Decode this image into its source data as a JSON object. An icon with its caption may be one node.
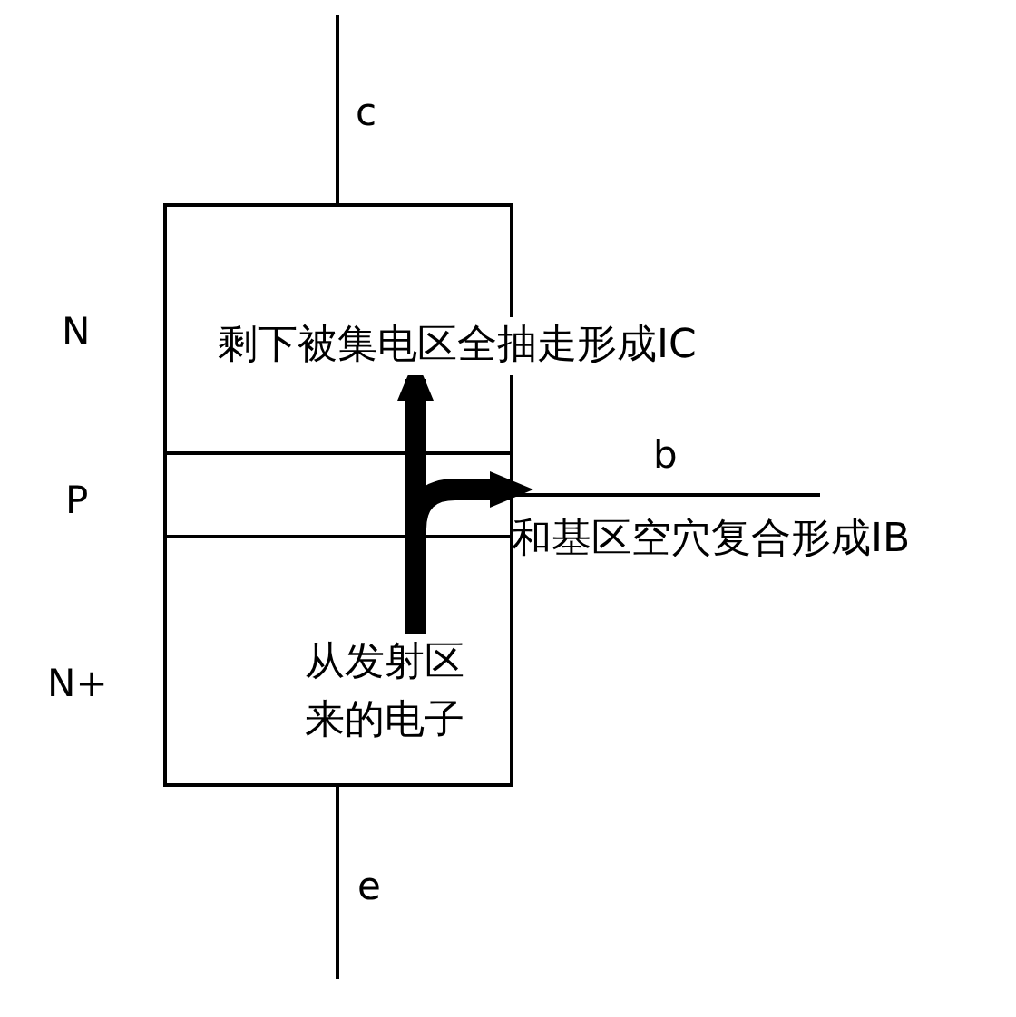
{
  "diagram": {
    "nodes": [
      {
        "text": [
          "从发射区来的电子"
        ]
      },
      {
        "text": [
          "剩下被集电区全抽走形成IC"
        ]
      },
      {
        "text": [
          "和基区空穴复合形成IB"
        ]
      }
    ],
    "edges": [
      {
        "from": 0,
        "to": 1,
        "arrow": "to"
      },
      {
        "from": 0,
        "to": 2,
        "arrow": "to"
      }
    ],
    "labels": [
      "c",
      "N",
      "P",
      "b",
      "N+",
      "e"
    ]
  }
}
